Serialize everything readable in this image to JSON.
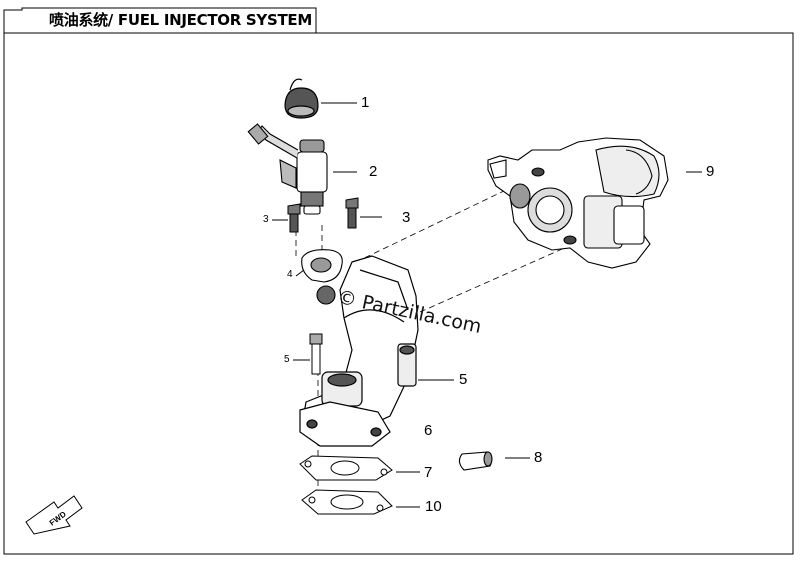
{
  "title": "喷油系统/ FUEL INJECTOR SYSTEM",
  "watermark": "© Partzilla.com",
  "fwd_label": "FWD",
  "callouts": {
    "c1": "1",
    "c2": "2",
    "c3_left": "3",
    "c3_right": "3",
    "c4": "4",
    "c5_left": "5",
    "c5_right": "5",
    "c6": "6",
    "c7": "7",
    "c8": "8",
    "c9": "9",
    "c10": "10"
  }
}
